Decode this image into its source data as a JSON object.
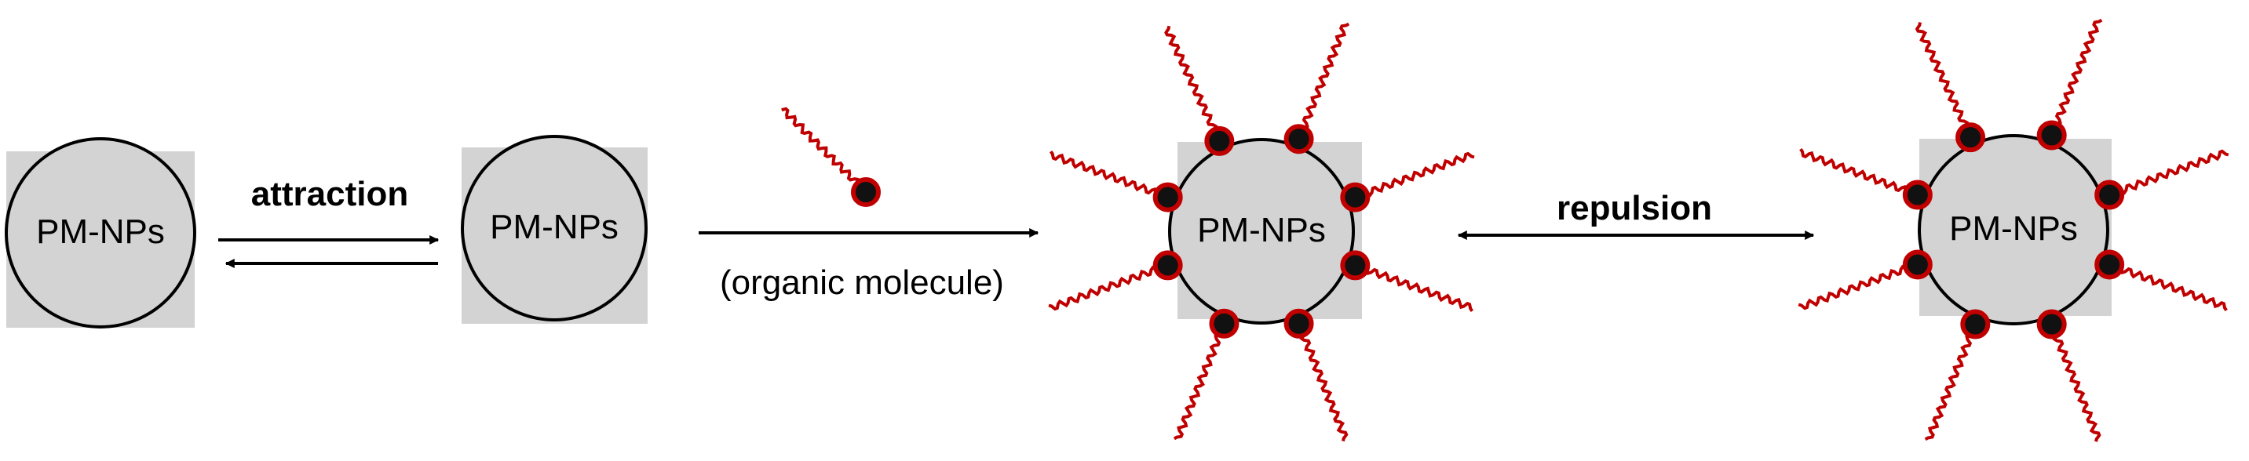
{
  "labels": {
    "np": "PM-NPs",
    "attraction": "attraction",
    "repulsion": "repulsion",
    "organic_molecule": "(organic molecule)"
  },
  "colors": {
    "square_fill": "#d3d3d3",
    "circle_fill": "#d3d3d3",
    "circle_stroke": "#000000",
    "ligand_tail": "#c00000",
    "ligand_head_ring": "#c00000",
    "ligand_head_core": "#111111",
    "arrow": "#000000"
  },
  "icons": {
    "ligand": "wavy-tail-with-head-icon",
    "nanoparticle": "circle-on-square-icon"
  }
}
